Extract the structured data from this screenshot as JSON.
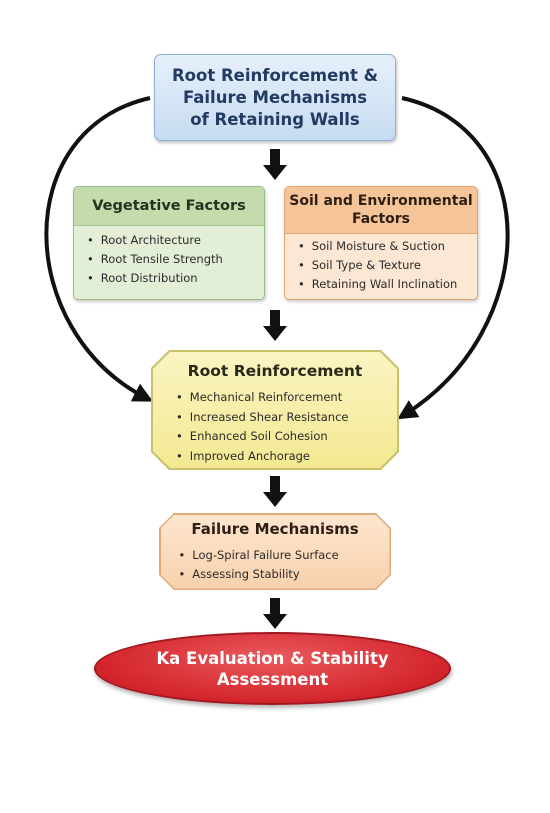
{
  "title": {
    "lines": [
      "Root Reinforcement &",
      "Failure Mechanisms",
      "of Retaining Walls"
    ]
  },
  "vegetative": {
    "heading": "Vegetative Factors",
    "items": [
      "Root Architecture",
      "Root Tensile Strength",
      "Root Distribution"
    ]
  },
  "soil": {
    "heading_lines": [
      "Soil and Environmental",
      "Factors"
    ],
    "items": [
      "Soil Moisture & Suction",
      "Soil Type & Texture",
      "Retaining Wall Inclination"
    ]
  },
  "root_reinforcement": {
    "heading": "Root Reinforcement",
    "items": [
      "Mechanical Reinforcement",
      "Increased Shear Resistance",
      "Enhanced Soil Cohesion",
      "Improved Anchorage"
    ]
  },
  "failure": {
    "heading": "Failure Mechanisms",
    "items": [
      "Log-Spiral Failure Surface",
      "Assessing Stability"
    ]
  },
  "final": {
    "lines": [
      "Ka Evaluation & Stability",
      "Assessment"
    ]
  },
  "colors": {
    "arrow": "#111111",
    "title_fill": "#d6e5f5",
    "vegetative_fill": "#e3eed7",
    "soil_fill": "#fbe7d3",
    "root_fill": "#f6eea6",
    "failure_fill": "#fbdcbd",
    "final_fill": "#d3242b"
  }
}
